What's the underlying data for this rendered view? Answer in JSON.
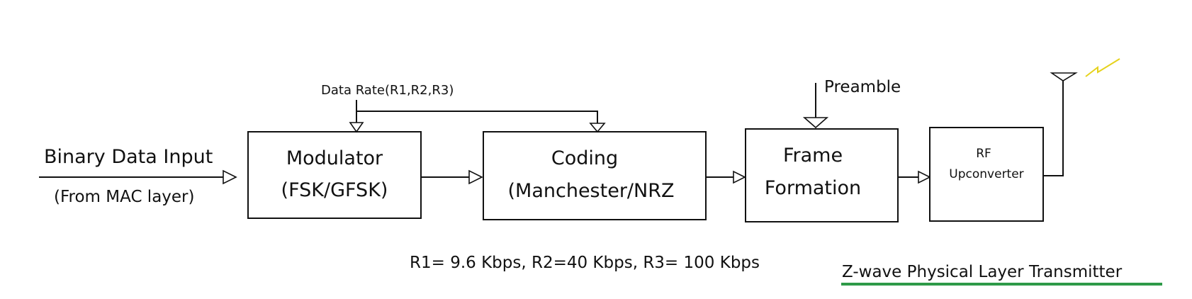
{
  "input": {
    "label": "Binary Data Input",
    "sublabel": "(From MAC layer)"
  },
  "data_rate_label": "Data Rate(R1,R2,R3)",
  "preamble_label": "Preamble",
  "blocks": {
    "modulator": {
      "line1": "Modulator",
      "line2": "(FSK/GFSK)"
    },
    "coding": {
      "line1": "Coding",
      "line2": "(Manchester/NRZ"
    },
    "frame": {
      "line1": "Frame",
      "line2": "Formation"
    },
    "rf": {
      "line1": "RF",
      "line2": "Upconverter"
    }
  },
  "rates_note": "R1= 9.6 Kbps, R2=40 Kbps, R3= 100 Kbps",
  "title": "Z-wave Physical Layer Transmitter",
  "colors": {
    "title_underline": "#2e9a48",
    "signal_zigzag": "#e6d21c",
    "stroke": "#111111"
  }
}
